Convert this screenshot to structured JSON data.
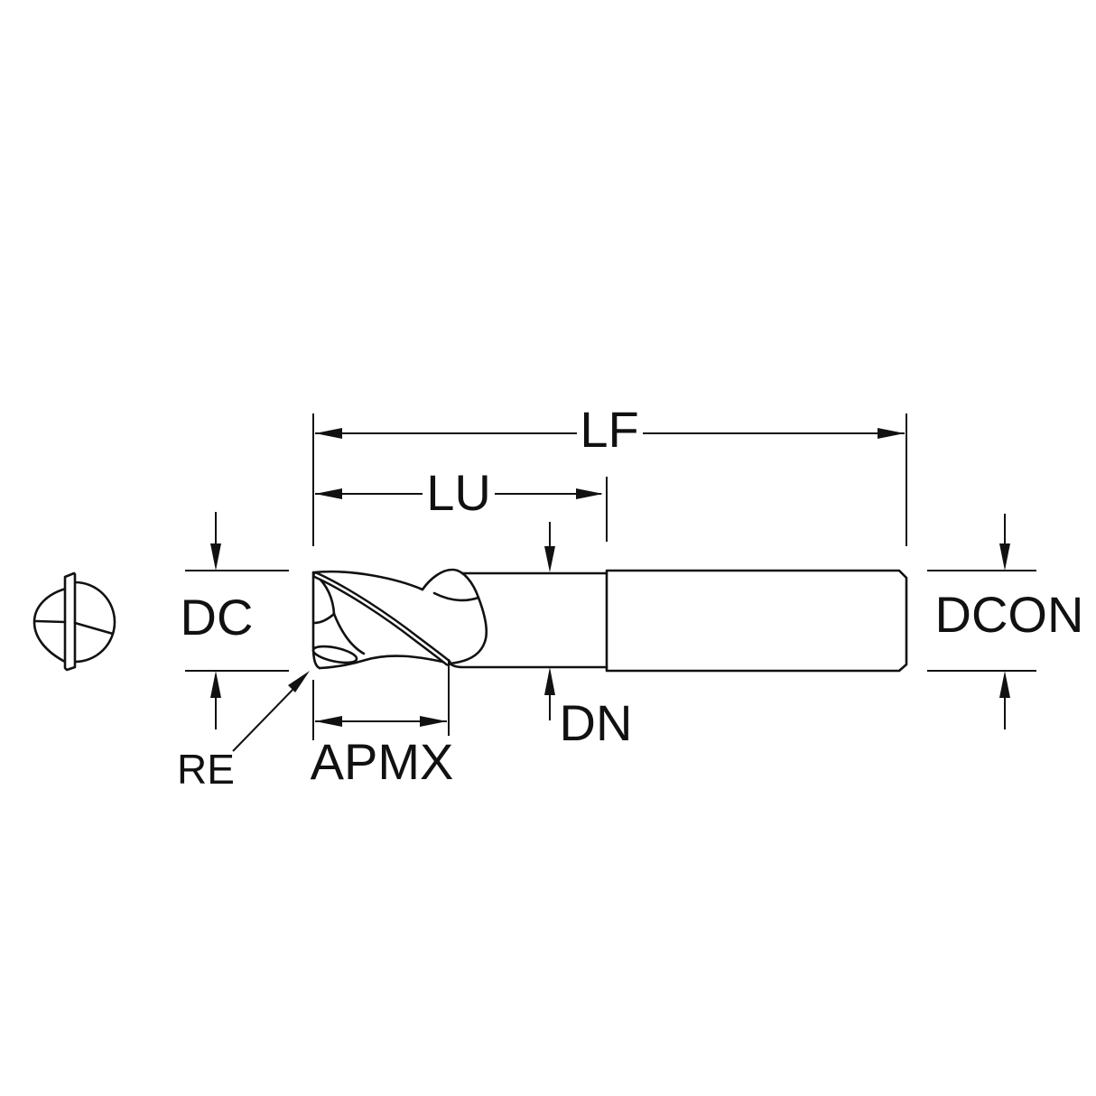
{
  "drawing": {
    "type": "end-mill-dimension-diagram",
    "labels": {
      "lf": "LF",
      "lu": "LU",
      "dc": "DC",
      "dcon": "DCON",
      "dn": "DN",
      "apmx": "APMX",
      "re": "RE"
    },
    "colors": {
      "line": "#111111",
      "background": "#ffffff"
    }
  }
}
